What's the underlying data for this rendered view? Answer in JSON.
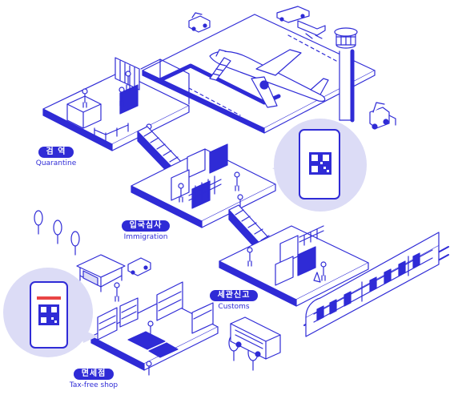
{
  "colors": {
    "ink": "#2f2bd6",
    "bubble": "#dcdcf6",
    "phone_bar": "#e94545",
    "background": "#ffffff"
  },
  "icons": [
    "airplane-icon",
    "control-tower-icon",
    "escalator-icon",
    "smartphone-qr-icon",
    "train-icon",
    "bus-icon",
    "tree-icon",
    "forklift-icon"
  ],
  "stages": [
    {
      "id": "quarantine",
      "label_ko": "검  역",
      "label_en": "Quarantine"
    },
    {
      "id": "immigration",
      "label_ko": "입국심사",
      "label_en": "Immigration"
    },
    {
      "id": "customs",
      "label_ko": "세관신고",
      "label_en": "Customs"
    },
    {
      "id": "taxfree",
      "label_ko": "면세점",
      "label_en": "Tax-free shop"
    }
  ]
}
